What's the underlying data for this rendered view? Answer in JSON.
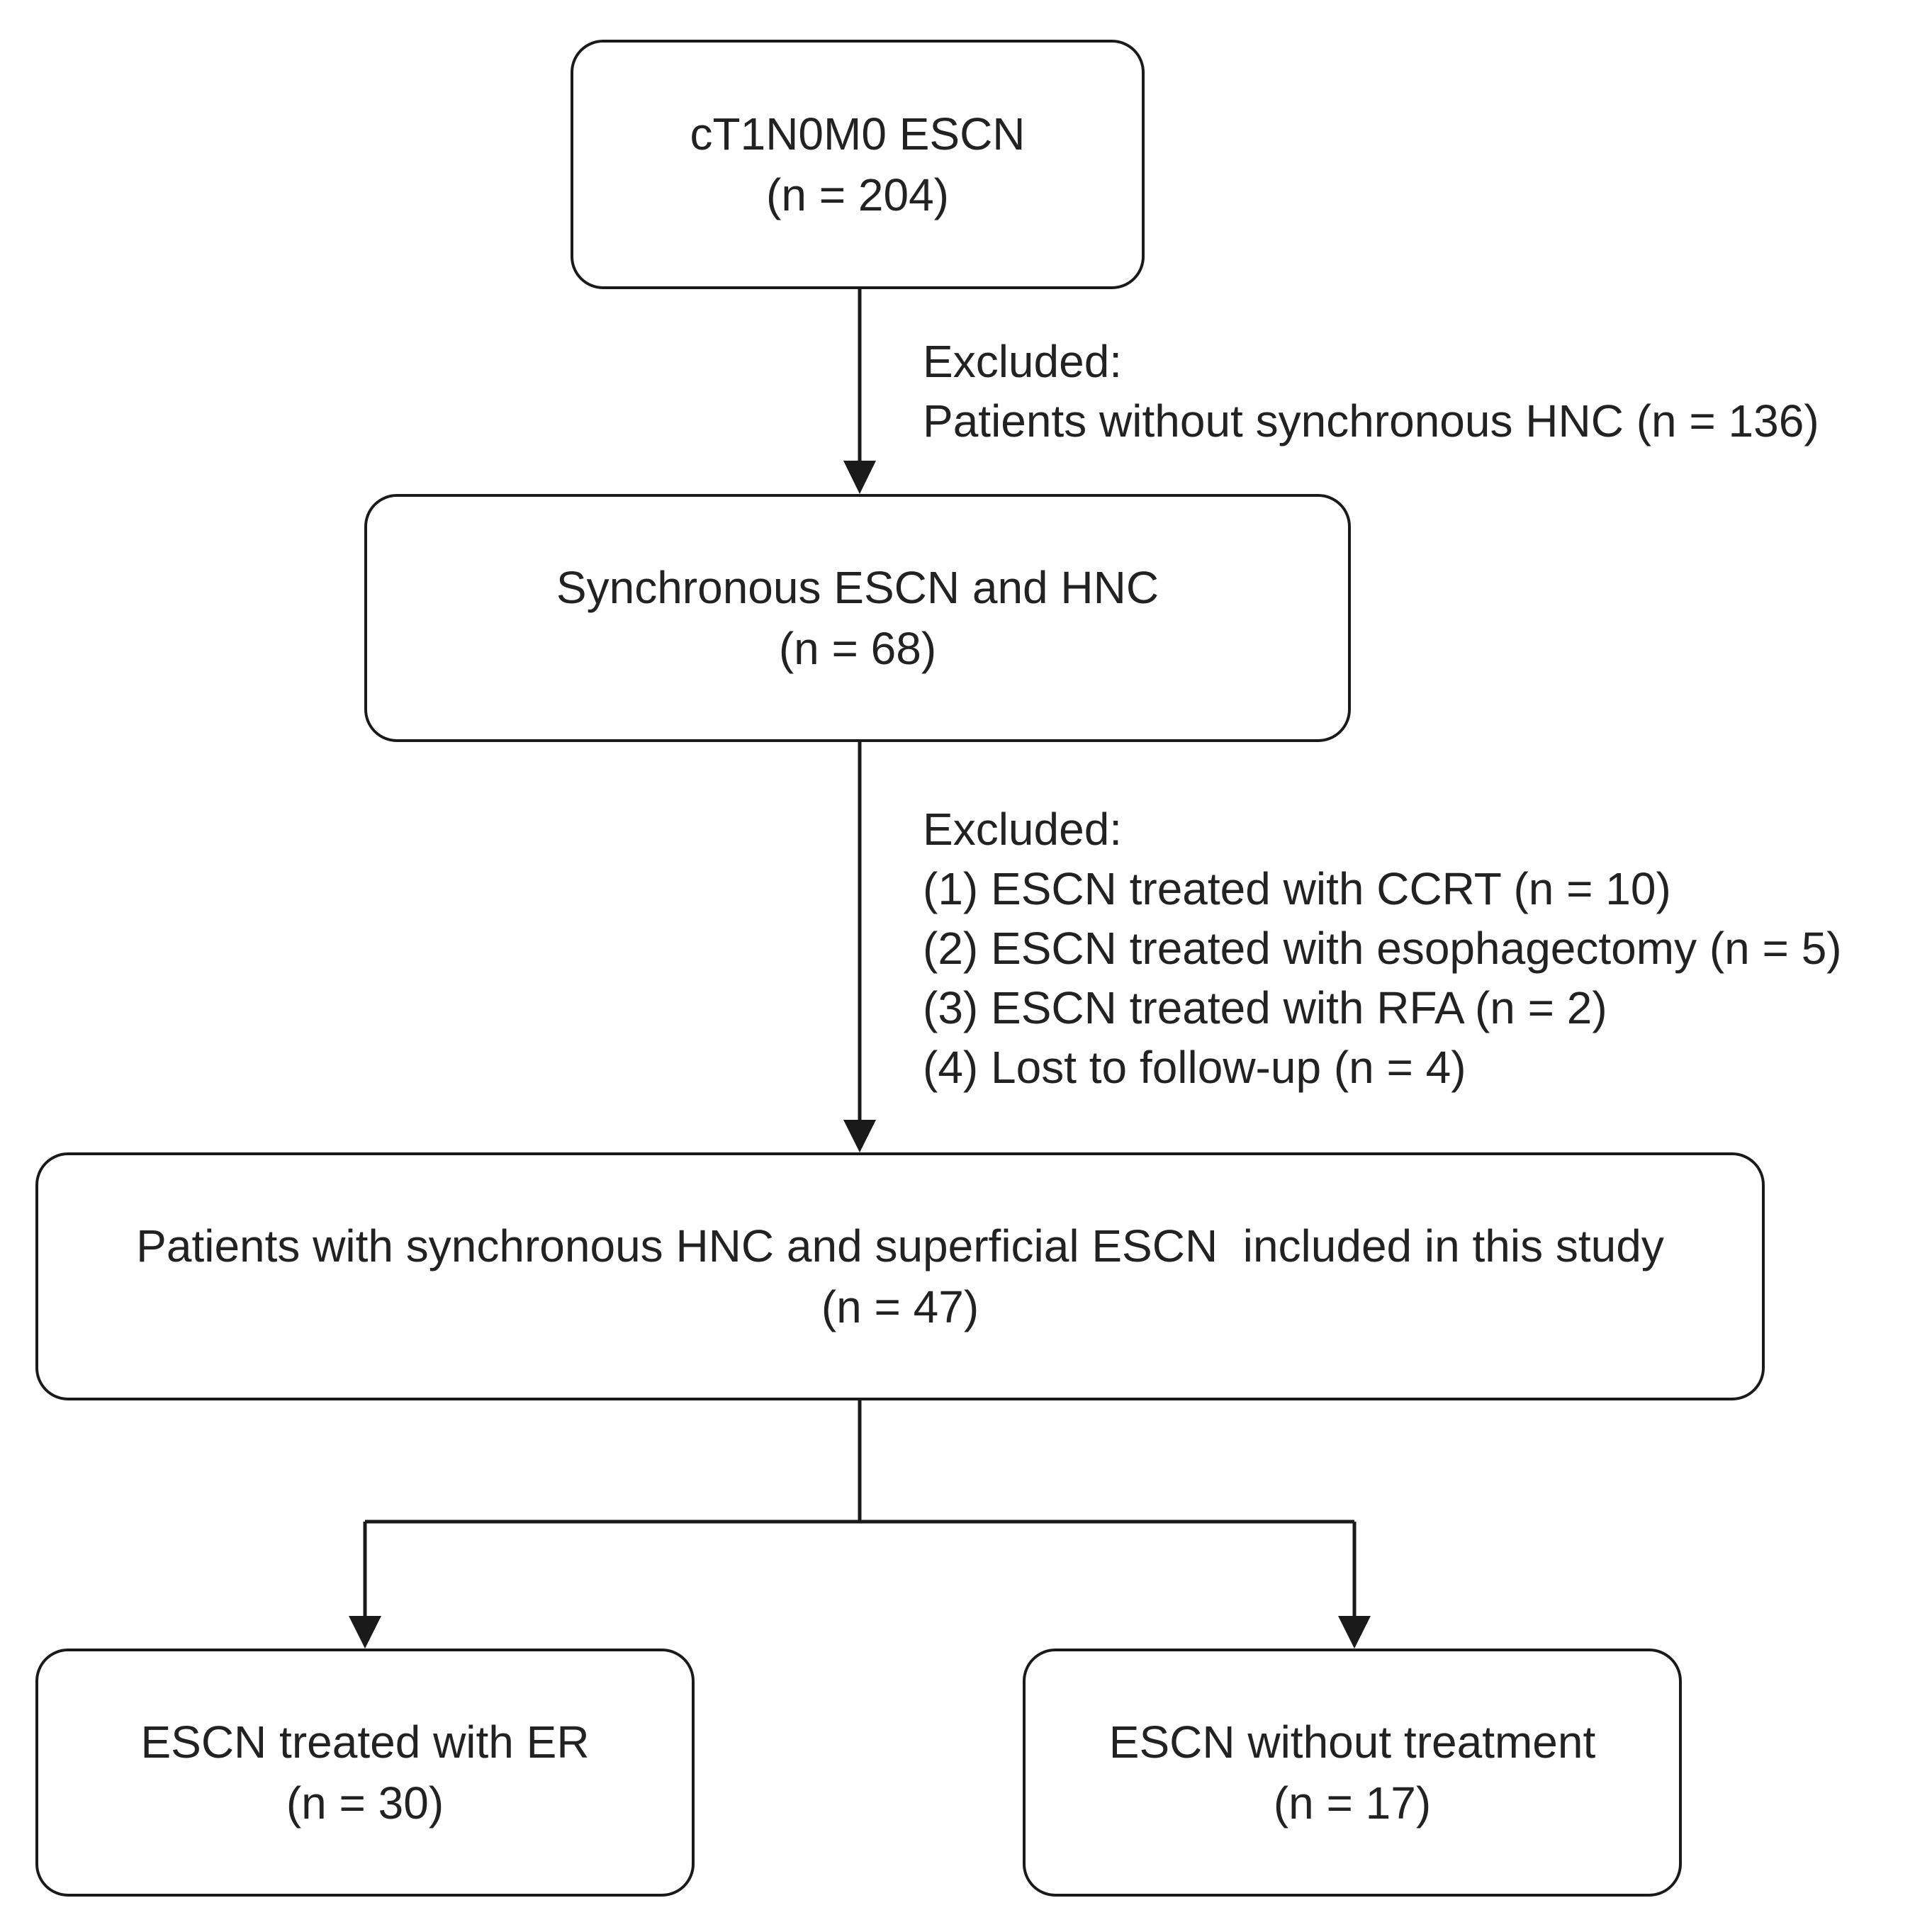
{
  "boxes": {
    "screened": {
      "line1": "cT1N0M0 ESCN",
      "line2": "(n = 204)"
    },
    "synchronous": {
      "line1": "Synchronous ESCN and HNC",
      "line2": "(n = 68)"
    },
    "included": {
      "line1": "Patients with synchronous HNC and superficial ESCN  included in this study",
      "line2": "(n = 47)"
    },
    "treated_er": {
      "line1": "ESCN treated with ER",
      "line2": "(n = 30)"
    },
    "no_treatment": {
      "line1": "ESCN without treatment",
      "line2": "(n = 17)"
    }
  },
  "exclusions": {
    "first": {
      "heading": "Excluded:",
      "items": [
        "Patients without synchronous HNC (n = 136)"
      ]
    },
    "second": {
      "heading": "Excluded:",
      "items": [
        "(1) ESCN treated with CCRT (n = 10)",
        "(2) ESCN treated with esophagectomy (n = 5)",
        "(3) ESCN treated with RFA (n = 2)",
        "(4) Lost to follow-up (n = 4)"
      ]
    }
  },
  "colors": {
    "stroke": "#1a1a1a",
    "text": "#222222",
    "background": "#ffffff"
  }
}
